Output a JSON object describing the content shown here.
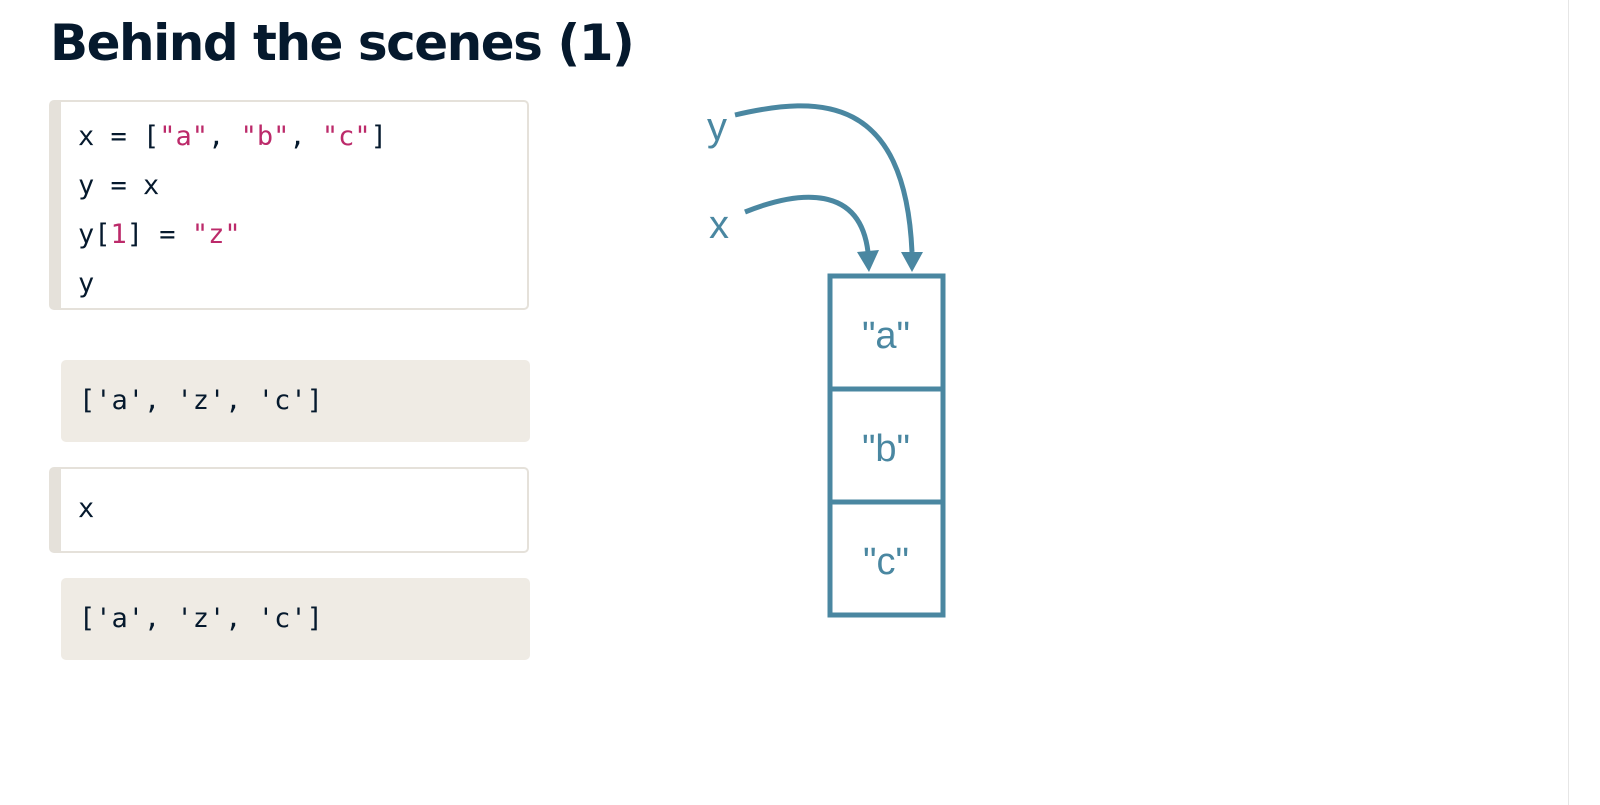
{
  "title": "Behind the scenes (1)",
  "cells": [
    {
      "type": "code",
      "lines": [
        [
          {
            "t": "x = [",
            "c": ""
          },
          {
            "t": "\"a\"",
            "c": "str"
          },
          {
            "t": ", ",
            "c": ""
          },
          {
            "t": "\"b\"",
            "c": "str"
          },
          {
            "t": ", ",
            "c": ""
          },
          {
            "t": "\"c\"",
            "c": "str"
          },
          {
            "t": "]",
            "c": ""
          }
        ],
        [
          {
            "t": "y = x",
            "c": ""
          }
        ],
        [
          {
            "t": "y[",
            "c": ""
          },
          {
            "t": "1",
            "c": "num"
          },
          {
            "t": "] = ",
            "c": ""
          },
          {
            "t": "\"z\"",
            "c": "str"
          }
        ],
        [
          {
            "t": "y",
            "c": ""
          }
        ]
      ]
    },
    {
      "type": "output",
      "text": "['a', 'z', 'c']"
    },
    {
      "type": "code",
      "lines": [
        [
          {
            "t": "x",
            "c": ""
          }
        ]
      ]
    },
    {
      "type": "output",
      "text": "['a', 'z', 'c']"
    }
  ],
  "diagram": {
    "variables": [
      "y",
      "x"
    ],
    "list_items": [
      "\"a\"",
      "\"b\"",
      "\"c\""
    ],
    "color": "#4a87a1"
  },
  "colors": {
    "title": "#05192d",
    "string": "#bc2a6a",
    "output_bg": "#efebe4",
    "code_border": "#e5e1da"
  }
}
